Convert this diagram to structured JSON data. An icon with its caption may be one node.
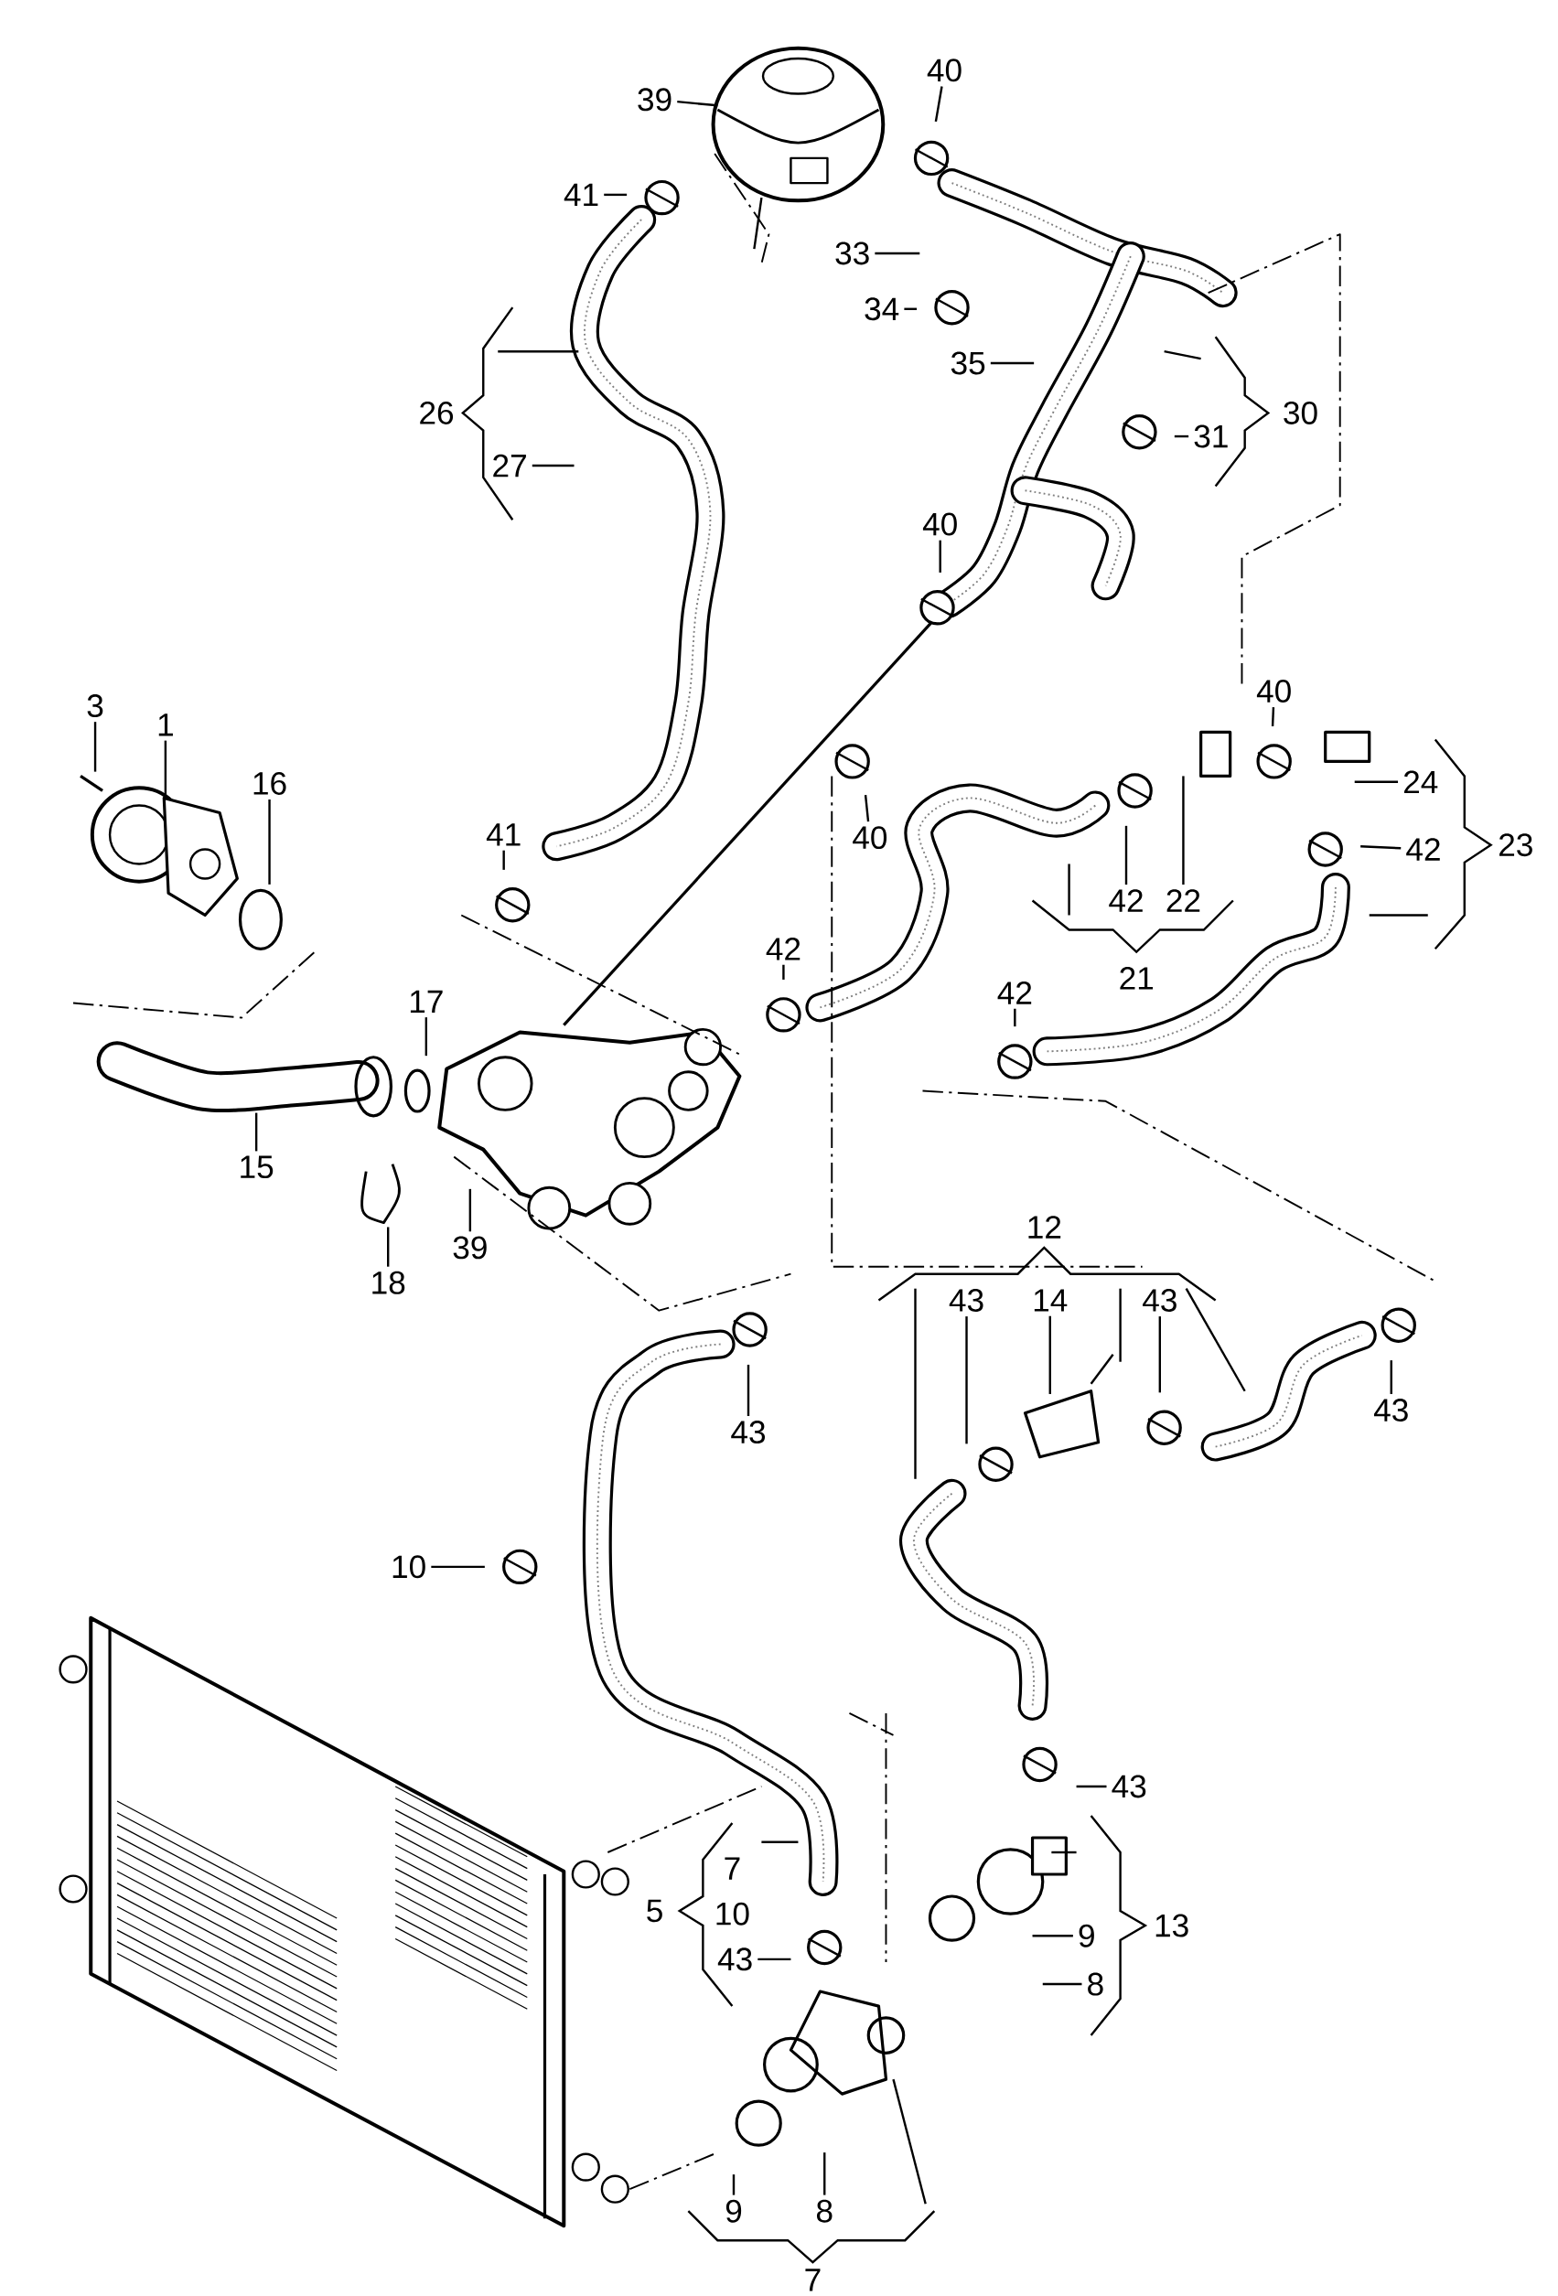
{
  "diagram": {
    "nodes": [
      {
        "text": [
          "39"
        ]
      },
      {
        "text": [
          "40"
        ]
      },
      {
        "text": [
          "41"
        ]
      },
      {
        "text": [
          "33"
        ]
      },
      {
        "text": [
          "34"
        ]
      },
      {
        "text": [
          "35"
        ]
      },
      {
        "text": [
          "27"
        ]
      },
      {
        "text": [
          "31"
        ]
      },
      {
        "text": [
          "40"
        ]
      },
      {
        "text": [
          "40"
        ]
      },
      {
        "text": [
          "3"
        ]
      },
      {
        "text": [
          "1"
        ]
      },
      {
        "text": [
          "16"
        ]
      },
      {
        "text": [
          "24"
        ]
      },
      {
        "text": [
          "42"
        ]
      },
      {
        "text": [
          "41"
        ]
      },
      {
        "text": [
          "40"
        ]
      },
      {
        "text": [
          "42"
        ]
      },
      {
        "text": [
          "22"
        ]
      },
      {
        "text": [
          "42"
        ]
      },
      {
        "text": [
          "42"
        ]
      },
      {
        "text": [
          "17"
        ]
      },
      {
        "text": [
          "15"
        ]
      },
      {
        "text": [
          "18"
        ]
      },
      {
        "text": [
          "39"
        ]
      },
      {
        "text": [
          "43"
        ]
      },
      {
        "text": [
          "14"
        ]
      },
      {
        "text": [
          "43"
        ]
      },
      {
        "text": [
          "43"
        ]
      },
      {
        "text": [
          "43"
        ]
      },
      {
        "text": [
          "10"
        ]
      },
      {
        "text": [
          "43"
        ]
      },
      {
        "text": [
          "43"
        ]
      },
      {
        "text": [
          "9"
        ]
      },
      {
        "text": [
          "8"
        ]
      },
      {
        "text": [
          "9"
        ]
      },
      {
        "text": [
          "8"
        ]
      }
    ],
    "edges": [
      {
        "from": 0,
        "to": null,
        "arrow": "none"
      },
      {
        "from": 1,
        "to": null,
        "arrow": "none"
      },
      {
        "from": 2,
        "to": null,
        "arrow": "none"
      },
      {
        "from": 3,
        "to": null,
        "arrow": "none"
      },
      {
        "from": 4,
        "to": null,
        "arrow": "none"
      },
      {
        "from": 5,
        "to": null,
        "arrow": "none"
      },
      {
        "from": 6,
        "to": null,
        "arrow": "none"
      },
      {
        "from": 7,
        "to": null,
        "arrow": "none"
      },
      {
        "from": 8,
        "to": null,
        "arrow": "none"
      },
      {
        "from": 9,
        "to": null,
        "arrow": "none"
      },
      {
        "from": 10,
        "to": null,
        "arrow": "none"
      },
      {
        "from": 11,
        "to": null,
        "arrow": "none"
      },
      {
        "from": 12,
        "to": null,
        "arrow": "none"
      },
      {
        "from": 13,
        "to": null,
        "arrow": "none"
      },
      {
        "from": 14,
        "to": null,
        "arrow": "none"
      },
      {
        "from": 15,
        "to": null,
        "arrow": "none"
      },
      {
        "from": 16,
        "to": null,
        "arrow": "none"
      },
      {
        "from": 17,
        "to": null,
        "arrow": "none"
      },
      {
        "from": 18,
        "to": null,
        "arrow": "none"
      },
      {
        "from": 19,
        "to": null,
        "arrow": "none"
      },
      {
        "from": 20,
        "to": null,
        "arrow": "none"
      },
      {
        "from": 21,
        "to": null,
        "arrow": "none"
      },
      {
        "from": 22,
        "to": null,
        "arrow": "none"
      },
      {
        "from": 23,
        "to": null,
        "arrow": "none"
      },
      {
        "from": 24,
        "to": null,
        "arrow": "none"
      },
      {
        "from": 25,
        "to": null,
        "arrow": "none"
      },
      {
        "from": 26,
        "to": null,
        "arrow": "none"
      },
      {
        "from": 27,
        "to": null,
        "arrow": "none"
      },
      {
        "from": 28,
        "to": null,
        "arrow": "none"
      },
      {
        "from": 29,
        "to": null,
        "arrow": "none"
      },
      {
        "from": 30,
        "to": null,
        "arrow": "none"
      },
      {
        "from": 31,
        "to": null,
        "arrow": "none"
      },
      {
        "from": 32,
        "to": null,
        "arrow": "none"
      },
      {
        "from": 33,
        "to": null,
        "arrow": "none"
      },
      {
        "from": 34,
        "to": null,
        "arrow": "none"
      },
      {
        "from": 35,
        "to": null,
        "arrow": "none"
      },
      {
        "from": 36,
        "to": null,
        "arrow": "none"
      }
    ],
    "labels": [
      "26",
      "30",
      "23",
      "21",
      "12",
      "7",
      "5",
      "10",
      "13",
      "7"
    ]
  }
}
